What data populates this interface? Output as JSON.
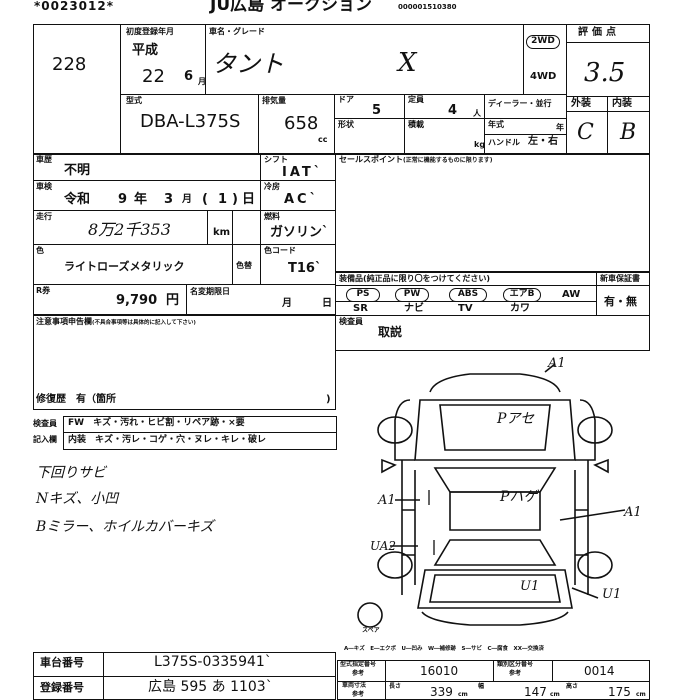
{
  "header": {
    "doc_number": "*0023012*",
    "auction": "JU広島 オークション",
    "barcode_number": "000001510380"
  },
  "lot_number": "228",
  "registration": {
    "label": "初度登録年月",
    "era": "平成",
    "year": "22",
    "month": "6",
    "month_unit": "月"
  },
  "car_name": {
    "label": "車名・グレード",
    "name": "タント",
    "grade": "X"
  },
  "drive": {
    "option_2wd": "2WD",
    "option_4wd": "4WD",
    "selected": "2WD"
  },
  "rating": {
    "label": "評価点",
    "score": "3.5",
    "exterior_label": "外装",
    "interior_label": "内装",
    "exterior": "C",
    "interior": "B"
  },
  "model": {
    "label": "型式",
    "value": "DBA-L375S"
  },
  "displacement": {
    "label": "排気量",
    "value": "658",
    "unit": "cc"
  },
  "doors": {
    "label": "ドア",
    "value": "5"
  },
  "seats": {
    "label": "定員",
    "value": "4",
    "unit": "人"
  },
  "dealer_label": "ディーラー・並行",
  "body_type_label": "形状",
  "load_label": "積載",
  "load_unit": "kg",
  "year_type_label": "年式",
  "year_unit": "年",
  "handle_label": "ハンドル",
  "handle_options": "左・右",
  "inspection": {
    "label": "車歴",
    "value": "不明"
  },
  "shift": {
    "label": "シフト",
    "value": "IAT`"
  },
  "shaken": {
    "label": "車検",
    "era": "令和",
    "year": "9",
    "year_unit": "年",
    "month": "3",
    "month_unit": "月",
    "day": "1",
    "day_unit": "日"
  },
  "aircon": {
    "label": "冷房",
    "value": "AC`"
  },
  "mileage": {
    "label": "走行",
    "value": "8万2千353",
    "unit": "km"
  },
  "fuel": {
    "label": "燃料",
    "value": "ガソリン`"
  },
  "color": {
    "label": "色",
    "value": "ライトローズメタリック",
    "change_label": "色替",
    "code_label": "色コード",
    "code": "T16`"
  },
  "recycle": {
    "label": "R券",
    "value": "9,790",
    "unit": "円",
    "date_label": "名変期限日",
    "month_unit": "月",
    "day_unit": "日"
  },
  "sales_points": {
    "label": "セールスポイント",
    "note": "(正常に機能するものに限ります)"
  },
  "equipment": {
    "label": "装備品",
    "note": "(純正品に限り〇をつけてください)",
    "new_car_label": "新車保証書",
    "top": [
      "PS",
      "PW",
      "ABS",
      "エアB",
      "AW"
    ],
    "bottom": [
      "SR",
      "ナビ",
      "TV",
      "カワ"
    ],
    "warranty_options": "有・無"
  },
  "notes": {
    "label": "注意事項申告欄",
    "note": "(不具合事項等は具体的に記入して下さい)"
  },
  "repair": {
    "label": "修復歴",
    "value": "有",
    "suffix": "箇所"
  },
  "after_label": "検査員",
  "after_value": "取説",
  "record": {
    "inspect_label": "検査員",
    "entry_label": "記入欄",
    "row1": "FW　キズ・汚れ・ヒビ割・リペア跡・×要",
    "row2": "内装　キズ・汚レ・コゲ・穴・ヌレ・キレ・破レ"
  },
  "handwritten_notes": [
    "下回りサビ",
    "Nキズ、小凹",
    "Bミラー、ホイルカバーキズ"
  ],
  "diagram_marks": [
    "A1",
    "Pアセ",
    "A1",
    "Pハゲ",
    "A1",
    "UA2",
    "U1",
    "U1"
  ],
  "spare_label": "スペア",
  "legend": "A―キズ　E―エクボ　U―凹み　W―補修跡　S―サビ　C―腐食　XX―交換済",
  "chassis": {
    "label": "車台番号",
    "value": "L375S-0335941`"
  },
  "plate": {
    "label": "登録番号",
    "value": "広島 595 あ 1103`"
  },
  "certification": {
    "label": "型式指定番号",
    "sub": "参考",
    "value": "16010"
  },
  "class_number": {
    "label": "類別区分番号",
    "sub": "参考",
    "value": "0014"
  },
  "dimensions": {
    "label": "車両寸法",
    "sub": "参考",
    "length_label": "長さ",
    "length": "339",
    "width_label": "幅",
    "width": "147",
    "height_label": "高さ",
    "height": "175",
    "unit": "cm"
  }
}
